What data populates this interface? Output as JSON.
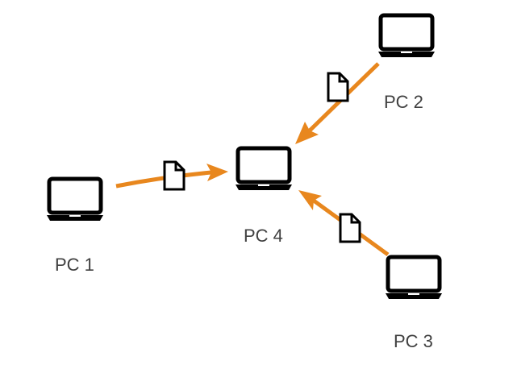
{
  "diagram": {
    "title": "",
    "colors": {
      "arrow": "#E8871E",
      "icon": "#000000",
      "label": "#404040",
      "background": "#FFFFFF"
    },
    "nodes": [
      {
        "id": "pc1",
        "label": "PC 1",
        "icon": "laptop-icon"
      },
      {
        "id": "pc2",
        "label": "PC 2",
        "icon": "laptop-icon"
      },
      {
        "id": "pc3",
        "label": "PC 3",
        "icon": "laptop-icon"
      },
      {
        "id": "pc4",
        "label": "PC 4",
        "icon": "laptop-icon"
      }
    ],
    "edges": [
      {
        "from": "pc1",
        "to": "pc4",
        "payload": "file-icon"
      },
      {
        "from": "pc2",
        "to": "pc4",
        "payload": "file-icon"
      },
      {
        "from": "pc3",
        "to": "pc4",
        "payload": "file-icon"
      }
    ]
  }
}
